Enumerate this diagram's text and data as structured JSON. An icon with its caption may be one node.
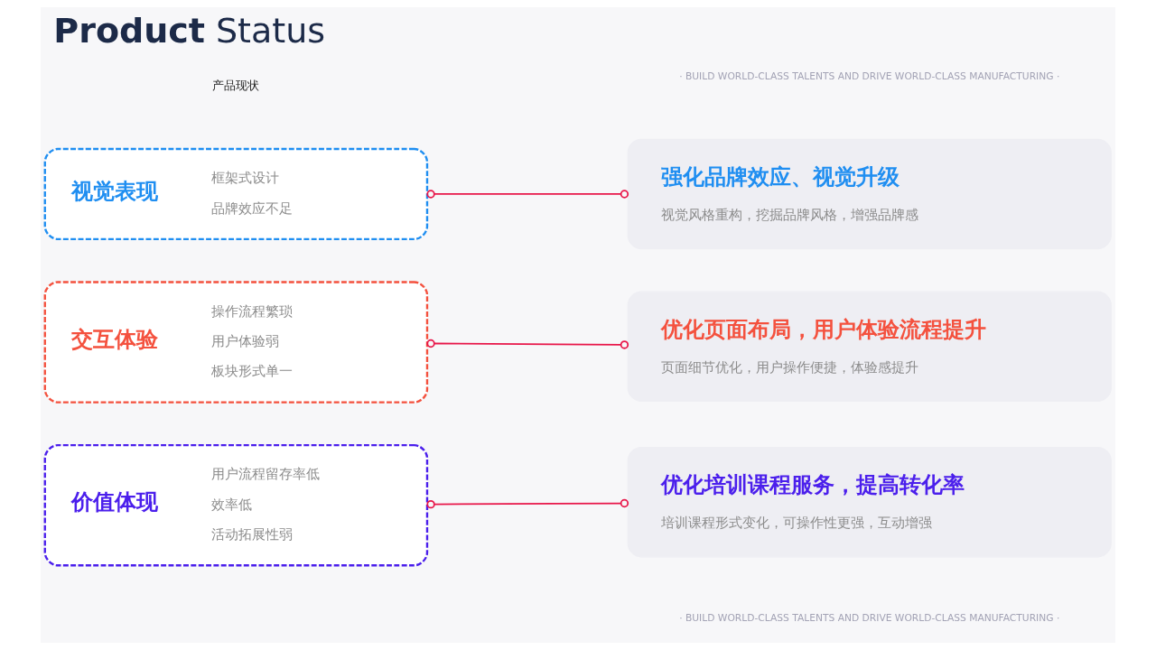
{
  "diagram": {
    "title": "**Product** Status",
    "nodes": [
      {
        "text": [
          "视觉表现",
          "框架式设计",
          "品牌效应不足"
        ]
      },
      {
        "text": [
          "强化品牌效应、视觉升级",
          "视觉风格重构，挖掘品牌风格，增强品牌感"
        ]
      },
      {
        "text": [
          "交互体验",
          "操作流程繁琐",
          "用户体验弱",
          "板块形式单一"
        ]
      },
      {
        "text": [
          "优化页面布局，用户体验流程提升",
          "页面细节优化，用户操作便捷，体验感提升"
        ]
      },
      {
        "text": [
          "价值体现",
          "用户流程留存率低",
          "效率低",
          "活动拓展性弱"
        ]
      },
      {
        "text": [
          "优化培训课程服务，提高转化率",
          "培训课程形式变化，可操作性更强，互动增强"
        ]
      }
    ],
    "edges": [
      {
        "from": 0,
        "to": 1,
        "arrow": "other"
      },
      {
        "from": 2,
        "to": 3,
        "arrow": "other"
      },
      {
        "from": 4,
        "to": 5,
        "arrow": "other"
      }
    ],
    "labels": [
      "产品现状",
      "· BUILD WORLD-CLASS TALENTS AND DRIVE WORLD-CLASS MANUFACTURING ·",
      "· BUILD WORLD-CLASS TALENTS AND DRIVE WORLD-CLASS MANUFACTURING ·"
    ]
  }
}
